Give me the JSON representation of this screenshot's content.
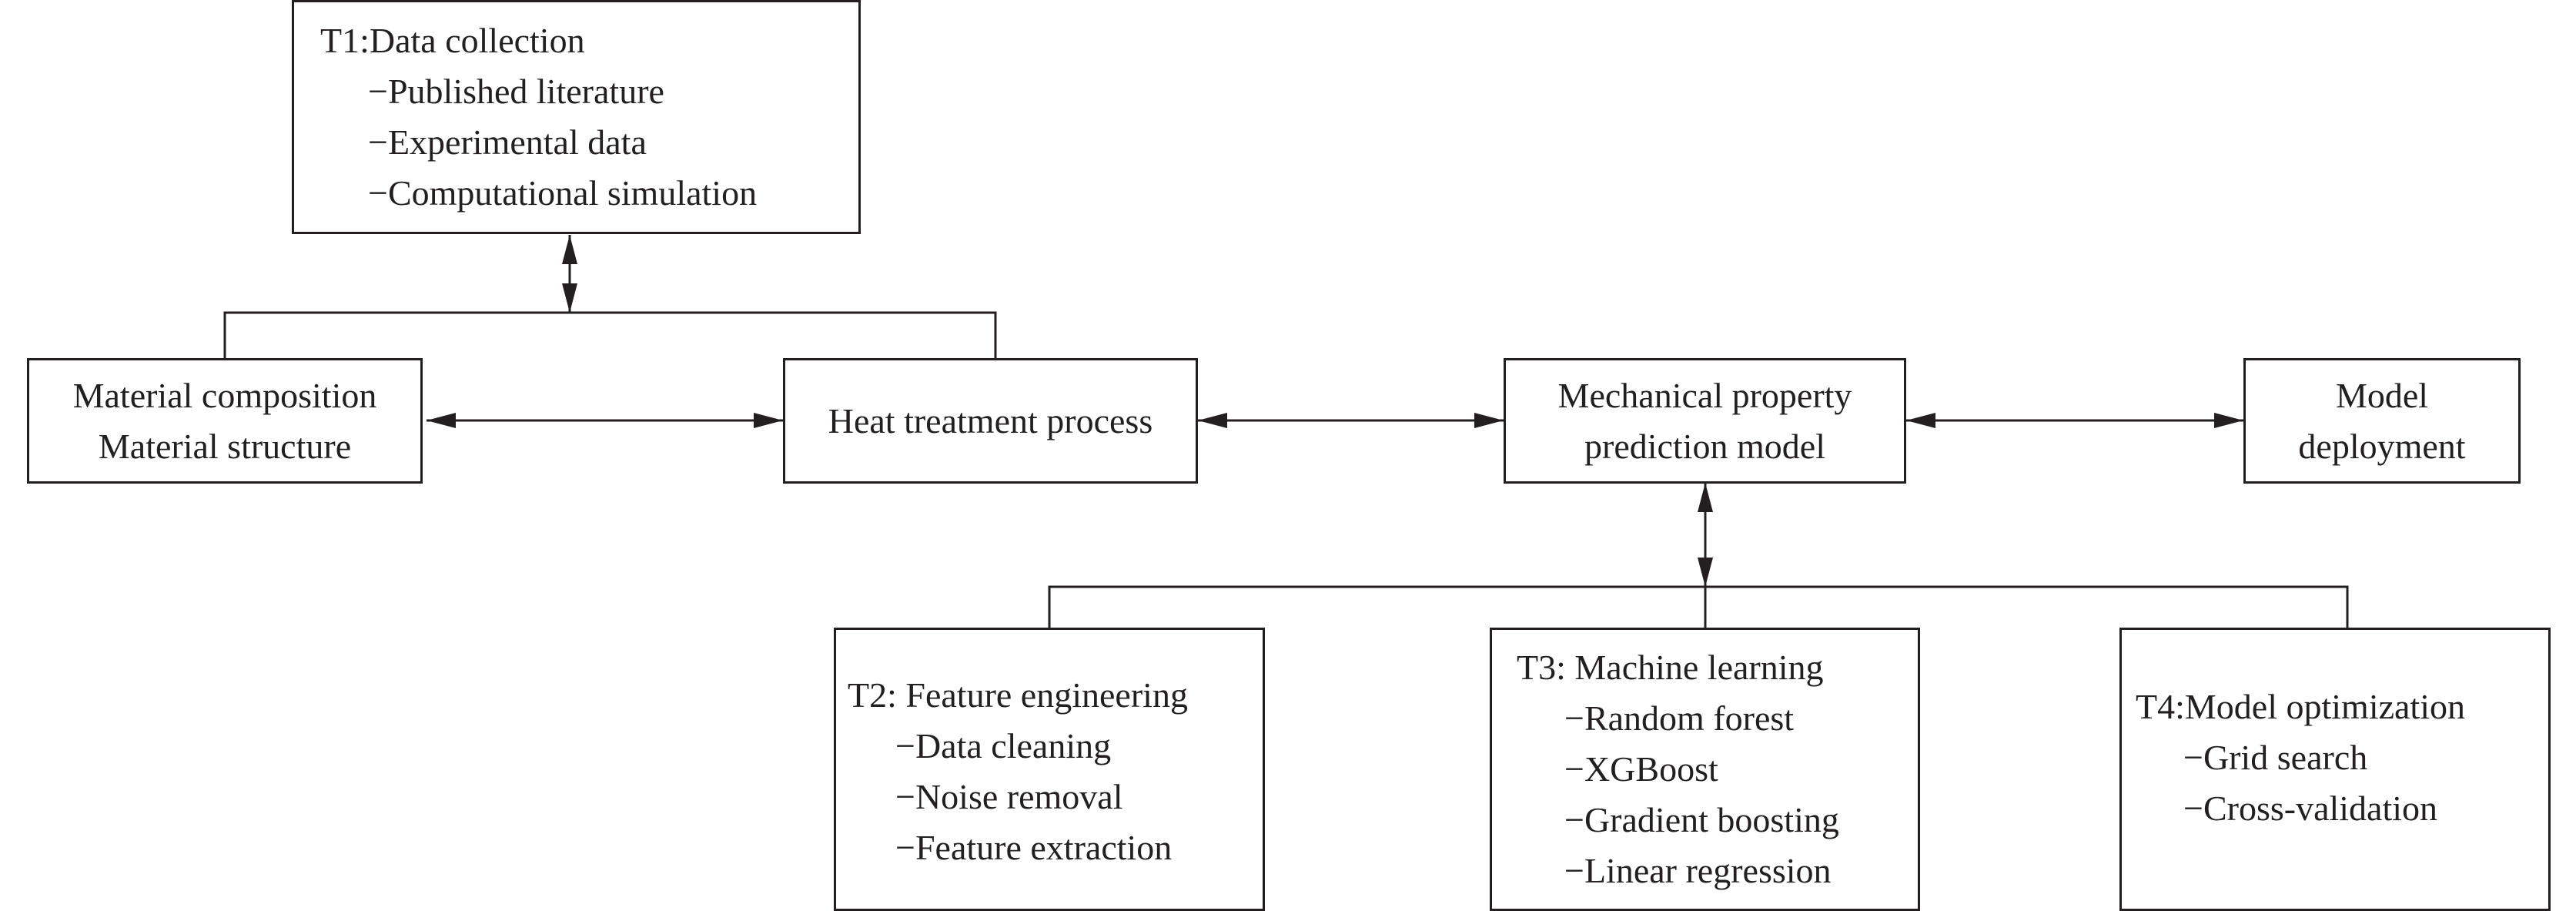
{
  "t1": {
    "title": "T1:Data collection",
    "items": [
      "Published literature",
      "Experimental data",
      "Computational simulation"
    ]
  },
  "material": {
    "line1": "Material composition",
    "line2": "Material structure"
  },
  "heat": {
    "label": "Heat treatment process"
  },
  "model": {
    "line1": "Mechanical property",
    "line2": "prediction model"
  },
  "deploy": {
    "line1": "Model",
    "line2": "deployment"
  },
  "t2": {
    "title": "T2: Feature engineering",
    "items": [
      "Data cleaning",
      "Noise removal",
      "Feature extraction"
    ]
  },
  "t3": {
    "title": "T3: Machine learning",
    "items": [
      "Random forest",
      "XGBoost",
      "Gradient boosting",
      "Linear regression"
    ]
  },
  "t4": {
    "title": "T4:Model optimization",
    "items": [
      "Grid search",
      "Cross-validation"
    ]
  },
  "colors": {
    "line": "#231f20",
    "background": "#ffffff"
  }
}
